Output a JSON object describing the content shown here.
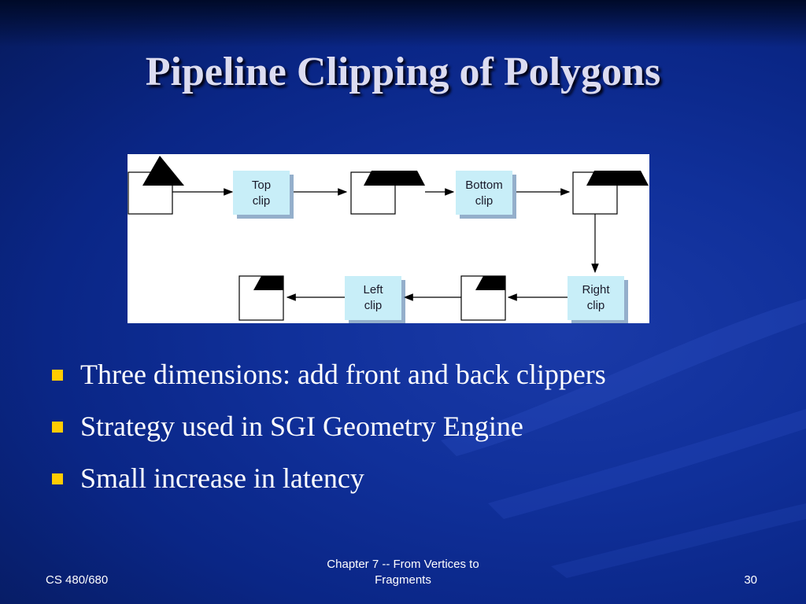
{
  "slide": {
    "title": "Pipeline Clipping of Polygons",
    "bullets": [
      "Three dimensions: add front and back clippers",
      "Strategy used in SGI Geometry Engine",
      "Small increase in latency"
    ]
  },
  "diagram": {
    "stages": [
      {
        "line1": "Top",
        "line2": "clip"
      },
      {
        "line1": "Bottom",
        "line2": "clip"
      },
      {
        "line1": "Right",
        "line2": "clip"
      },
      {
        "line1": "Left",
        "line2": "clip"
      }
    ]
  },
  "footer": {
    "course": "CS 480/680",
    "chapter": "Chapter 7 -- From Vertices to Fragments",
    "page": "30"
  },
  "colors": {
    "background": "#10309a",
    "title_text": "#dcdcf0",
    "bullet_marker": "#ffcc00",
    "clip_box": "#c8eef8"
  }
}
